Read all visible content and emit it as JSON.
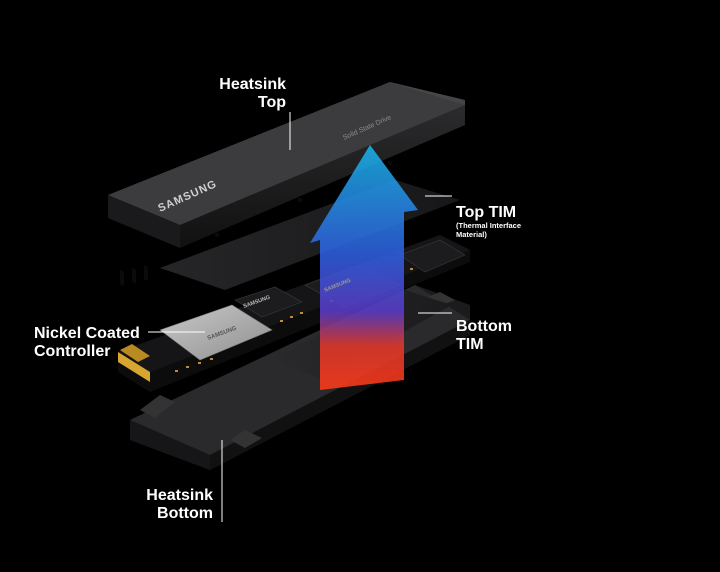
{
  "labels": {
    "heatsink_top": [
      "Heatsink",
      "Top"
    ],
    "top_tim": "Top TIM",
    "top_tim_note": [
      "(Thermal Interface",
      "Material)"
    ],
    "bottom_tim": [
      "Bottom",
      "TIM"
    ],
    "nickel_controller": [
      "Nickel Coated",
      "Controller"
    ],
    "heatsink_bottom": [
      "Heatsink",
      "Bottom"
    ]
  },
  "product": {
    "heatsink_brand": "SAMSUNG",
    "heatsink_model": "Solid State Drive",
    "dram_brand": "SAMSUNG",
    "controller_brand": "SAMSUNG",
    "nand_brand": "SAMSUNG"
  },
  "colors": {
    "background": "#000000",
    "arrow_top": "#19b4e6",
    "arrow_mid": "#3a3cd8",
    "arrow_base": "#ff3a1a",
    "pcb": "#0c0c0c",
    "gold_contacts": "#d7a630"
  }
}
